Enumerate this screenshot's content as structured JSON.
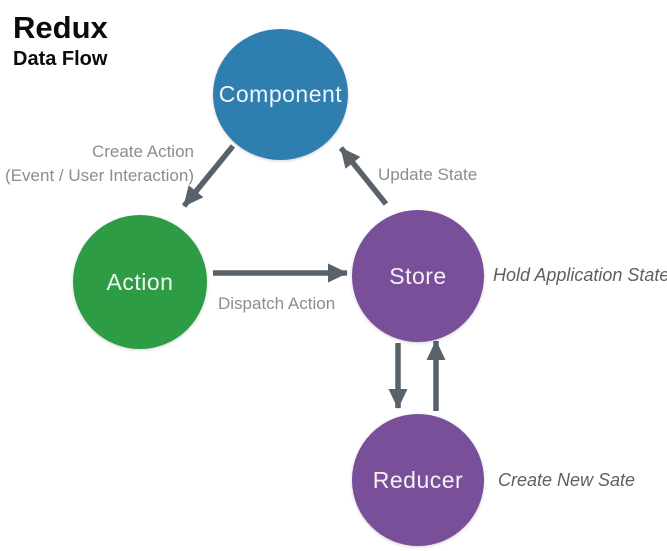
{
  "title": {
    "main": "Redux",
    "subtitle": "Data Flow"
  },
  "nodes": {
    "component": {
      "label": "Component",
      "color": "#2e7fb0"
    },
    "action": {
      "label": "Action",
      "color": "#2d9c45"
    },
    "store": {
      "label": "Store",
      "color": "#7a4f99"
    },
    "reducer": {
      "label": "Reducer",
      "color": "#7a4f99"
    }
  },
  "edges": {
    "create_action": {
      "from": "component",
      "to": "action",
      "label": "Create Action",
      "sublabel": "(Event / User Interaction)"
    },
    "dispatch_action": {
      "from": "action",
      "to": "store",
      "label": "Dispatch Action"
    },
    "update_state": {
      "from": "store",
      "to": "component",
      "label": "Update State"
    },
    "store_to_reducer": {
      "from": "store",
      "to": "reducer",
      "label": ""
    },
    "reducer_to_store": {
      "from": "reducer",
      "to": "store",
      "label": ""
    }
  },
  "annotations": {
    "store_note": "Hold Application State",
    "reducer_note": "Create New Sate"
  },
  "colors": {
    "component": "#2e7fb0",
    "action": "#2d9c45",
    "store": "#7a4f99",
    "reducer": "#7a4f99",
    "arrow": "#59616a",
    "edge_label": "#8d8d8d",
    "note": "#5f5f5f",
    "title": "#0b0b0b",
    "node_text": "#e8eff4",
    "background": "#ffffff"
  }
}
